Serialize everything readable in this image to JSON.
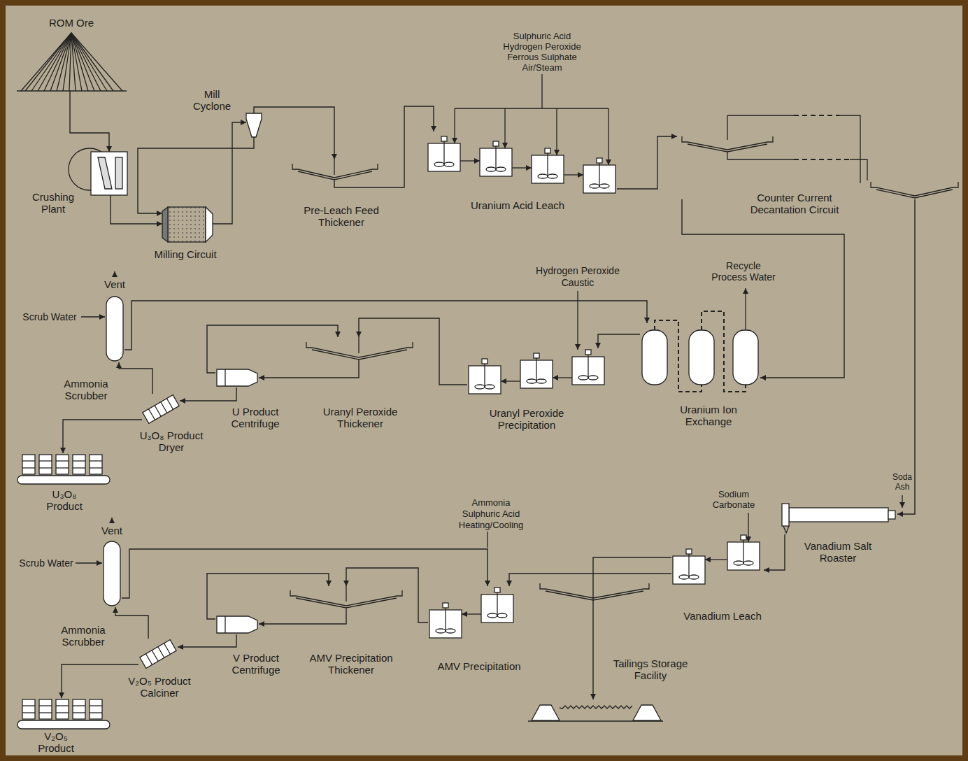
{
  "diagram": {
    "nodes": [
      {
        "text": [
          "ROM Ore"
        ]
      },
      {
        "text": [
          "Crushing Plant"
        ]
      },
      {
        "text": [
          "Milling Circuit"
        ]
      },
      {
        "text": [
          "Mill Cyclone"
        ]
      },
      {
        "text": [
          "Pre-Leach Feed Thickener"
        ]
      },
      {
        "text": [
          "Uranium Acid Leach"
        ]
      },
      {
        "text": [
          "Counter Current Decantation Circuit"
        ]
      },
      {
        "text": [
          "Uranium Ion Exchange"
        ]
      },
      {
        "text": [
          "Uranyl Peroxide Precipitation"
        ]
      },
      {
        "text": [
          "Uranyl Peroxide Thickener"
        ]
      },
      {
        "text": [
          "U Product Centrifuge"
        ]
      },
      {
        "text": [
          "U₃O₈ Product Dryer"
        ]
      },
      {
        "text": [
          "Ammonia Scrubber"
        ]
      },
      {
        "text": [
          "U₃O₈ Product"
        ]
      },
      {
        "text": [
          "Vanadium Salt Roaster"
        ]
      },
      {
        "text": [
          "Vanadium Leach"
        ]
      },
      {
        "text": [
          "Tailings Storage Facility"
        ]
      },
      {
        "text": [
          "AMV Precipitation"
        ]
      },
      {
        "text": [
          "AMV Precipitation Thickener"
        ]
      },
      {
        "text": [
          "V Product Centrifuge"
        ]
      },
      {
        "text": [
          "V₂O₅ Product Calciner"
        ]
      },
      {
        "text": [
          "Ammonia Scrubber"
        ]
      },
      {
        "text": [
          "V₂O₅ Product"
        ]
      }
    ],
    "edges": [
      {
        "from": 0,
        "to": 1,
        "arrow": "to"
      },
      {
        "from": 1,
        "to": 2,
        "arrow": "to"
      },
      {
        "from": 2,
        "to": 3,
        "arrow": "to"
      },
      {
        "from": 3,
        "to": 2,
        "arrow": "to"
      },
      {
        "from": 3,
        "to": 4,
        "arrow": "to"
      },
      {
        "from": 4,
        "to": 5,
        "arrow": "to"
      },
      {
        "from": 5,
        "to": 6,
        "arrow": "to"
      },
      {
        "from": 6,
        "to": 7,
        "arrow": "to"
      },
      {
        "from": 6,
        "to": 14,
        "arrow": "to"
      },
      {
        "from": 7,
        "to": 8,
        "arrow": "to"
      },
      {
        "from": 8,
        "to": 9,
        "arrow": "to"
      },
      {
        "from": 9,
        "to": 10,
        "arrow": "to"
      },
      {
        "from": 10,
        "to": 9,
        "arrow": "to"
      },
      {
        "from": 10,
        "to": 11,
        "arrow": "to"
      },
      {
        "from": 11,
        "to": 13,
        "arrow": "to"
      },
      {
        "from": 11,
        "to": 12,
        "arrow": "to"
      },
      {
        "from": 12,
        "to": 7,
        "arrow": "to"
      },
      {
        "from": 14,
        "to": 15,
        "arrow": "to"
      },
      {
        "from": 15,
        "to": 16,
        "arrow": "to"
      },
      {
        "from": 15,
        "to": 17,
        "arrow": "to"
      },
      {
        "from": 17,
        "to": 18,
        "arrow": "to"
      },
      {
        "from": 18,
        "to": 19,
        "arrow": "to"
      },
      {
        "from": 19,
        "to": 18,
        "arrow": "to"
      },
      {
        "from": 19,
        "to": 20,
        "arrow": "to"
      },
      {
        "from": 20,
        "to": 22,
        "arrow": "to"
      },
      {
        "from": 20,
        "to": 21,
        "arrow": "to"
      },
      {
        "from": 21,
        "to": 17,
        "arrow": "to"
      }
    ],
    "labels": [
      "Sulphuric Acid",
      "Hydrogen Peroxide",
      "Ferrous Sulphate",
      "Air/Steam",
      "Vent",
      "Scrub Water",
      "Hydrogen Peroxide",
      "Caustic",
      "Recycle Process Water",
      "Soda Ash",
      "Sodium Carbonate",
      "Ammonia",
      "Sulphuric Acid",
      "Heating/Cooling",
      "Vent",
      "Scrub Water"
    ]
  }
}
